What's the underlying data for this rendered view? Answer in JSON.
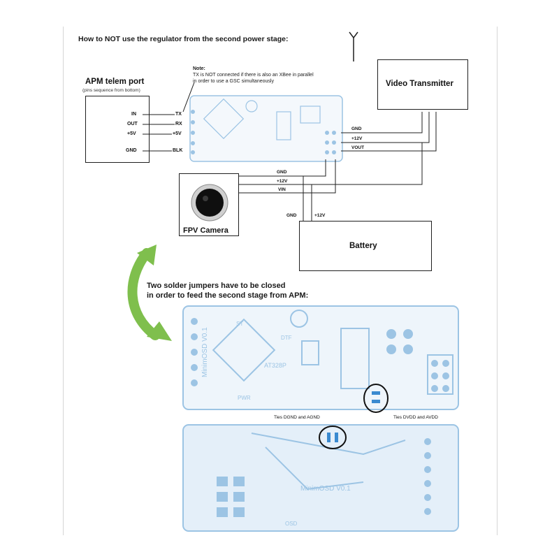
{
  "title": "How to NOT use the regulator from the second power stage:",
  "note": {
    "heading": "Note:",
    "line1": "TX is NOT connected if there is also an XBee in parallel",
    "line2": "in order to use a GSC simultaneously"
  },
  "apm": {
    "title": "APM telem port",
    "subtitle": "(pins sequence from bottom)",
    "pins": [
      "IN",
      "OUT",
      "+5V",
      "GND"
    ],
    "osd_pins": [
      "TX",
      "RX",
      "+5V",
      "BLK"
    ]
  },
  "video_tx": {
    "label": "Video Transmitter",
    "pins": [
      "GND",
      "+12V",
      "VOUT"
    ]
  },
  "camera": {
    "label": "FPV Camera",
    "wires": [
      "GND",
      "+12V",
      "VIN"
    ]
  },
  "battery": {
    "label": "Battery",
    "wires": [
      "GND",
      "+12V"
    ]
  },
  "jumpers": {
    "line1": "Two solder jumpers have to be closed",
    "line2": "in order to feed the second stage from APM:",
    "label_left": "Ties DGND and AGND",
    "label_right": "Ties DVDD and AVDD"
  },
  "board": {
    "name": "MinimOSD V0.1",
    "chip": "AT328P",
    "silk": [
      "ST",
      "PWR",
      "DTF",
      "MinimOSD V0.1",
      "OSD"
    ]
  },
  "colors": {
    "board_blue": "#9cc4e4",
    "board_fill": "#e9f3fb",
    "arrow_green": "#7fbf4d",
    "line": "#1f1f1f"
  }
}
